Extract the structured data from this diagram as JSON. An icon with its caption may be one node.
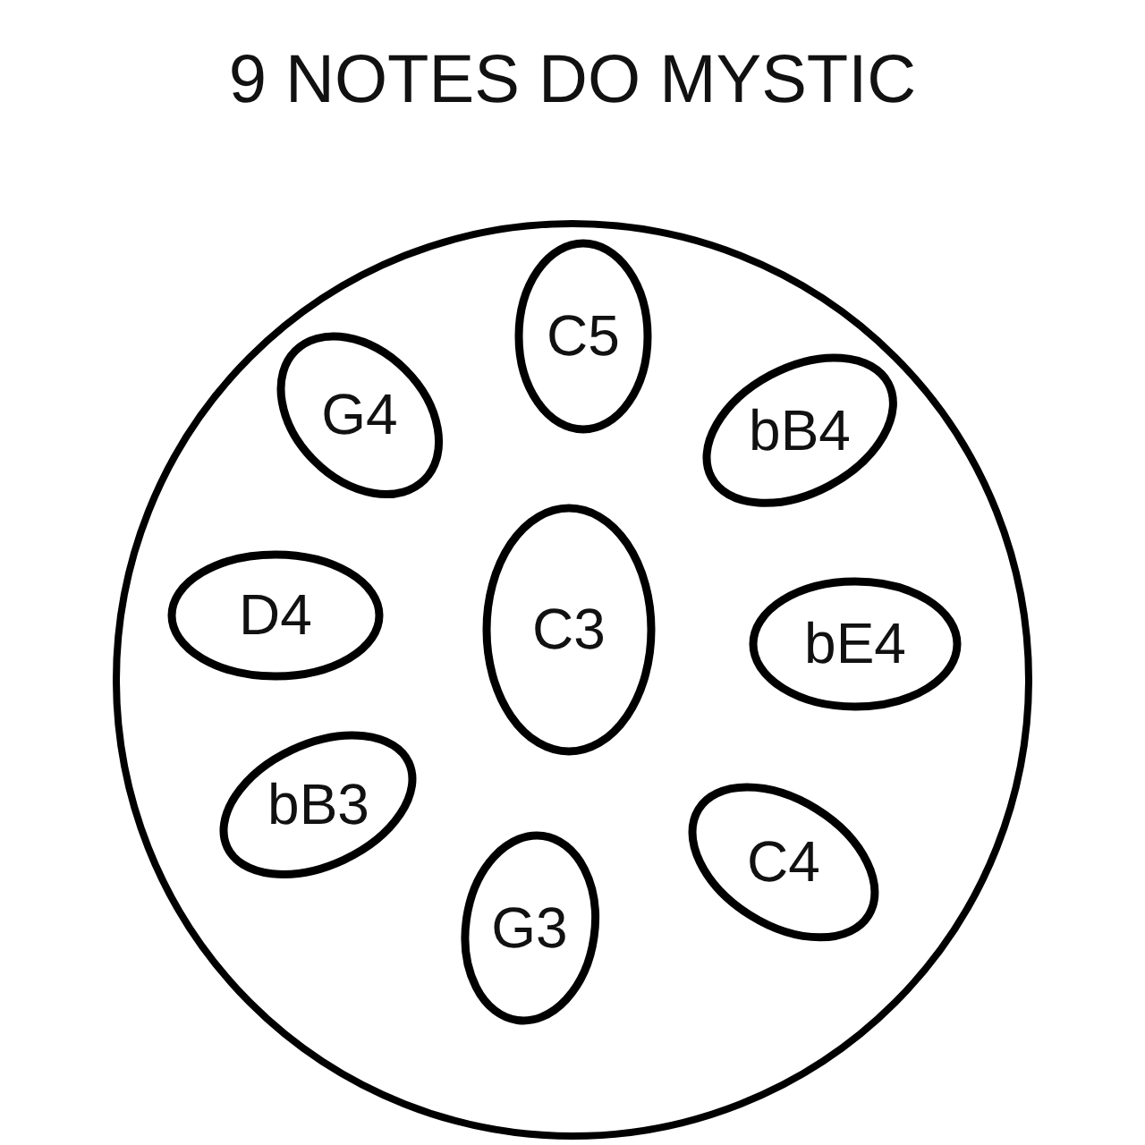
{
  "diagram": {
    "title": "9 NOTES DO MYSTIC",
    "nodes": [
      {
        "text": [],
        "shape": "circle"
      },
      {
        "text": [
          "C5"
        ],
        "in": 0
      },
      {
        "text": [
          "G4"
        ],
        "in": 0
      },
      {
        "text": [
          "bB4"
        ],
        "in": 0
      },
      {
        "text": [
          "D4"
        ],
        "in": 0
      },
      {
        "text": [
          "C3"
        ],
        "in": 0
      },
      {
        "text": [
          "bE4"
        ],
        "in": 0
      },
      {
        "text": [
          "bB3"
        ],
        "in": 0
      },
      {
        "text": [
          "C4"
        ],
        "in": 0
      },
      {
        "text": [
          "G3"
        ],
        "in": 0
      }
    ]
  }
}
